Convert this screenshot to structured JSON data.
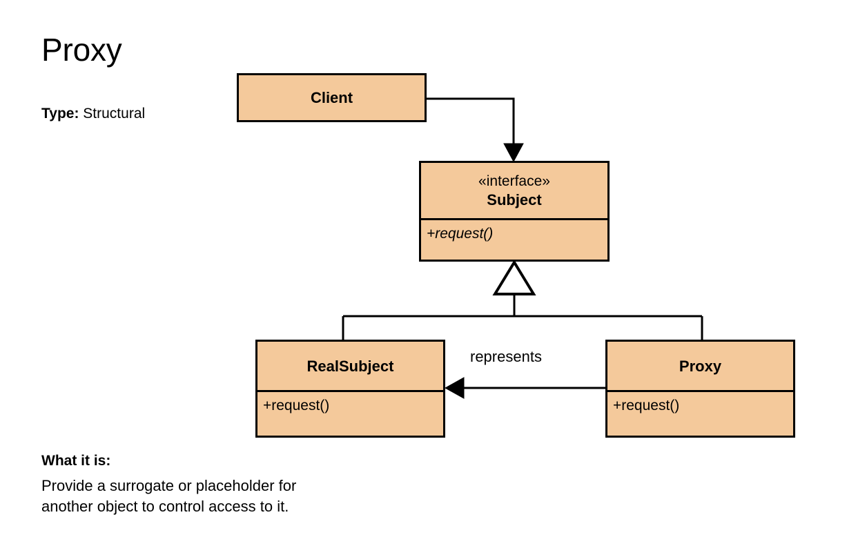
{
  "header": {
    "title": "Proxy",
    "type_label": "Type:",
    "type_value": "Structural"
  },
  "description": {
    "heading": "What it is:",
    "line1": "Provide a surrogate or placeholder for",
    "line2": "another object to control access to it."
  },
  "diagram": {
    "kind": "uml-class-diagram",
    "fill_color": "#F4C99B",
    "stroke_color": "#000000",
    "background": "#FFFFFF",
    "classes": [
      {
        "id": "client",
        "name": "Client",
        "stereotype": "",
        "operations": []
      },
      {
        "id": "subject",
        "name": "Subject",
        "stereotype": "«interface»",
        "operations": [
          "+request()"
        ]
      },
      {
        "id": "realsubject",
        "name": "RealSubject",
        "stereotype": "",
        "operations": [
          "+request()"
        ]
      },
      {
        "id": "proxy",
        "name": "Proxy",
        "stereotype": "",
        "operations": [
          "+request()"
        ]
      }
    ],
    "relationships": [
      {
        "from": "client",
        "to": "subject",
        "type": "association",
        "arrow": "filled-arrow",
        "label": ""
      },
      {
        "from": "realsubject",
        "to": "subject",
        "type": "generalization",
        "arrow": "hollow-triangle",
        "label": ""
      },
      {
        "from": "proxy",
        "to": "subject",
        "type": "generalization",
        "arrow": "hollow-triangle",
        "label": ""
      },
      {
        "from": "proxy",
        "to": "realsubject",
        "type": "association",
        "arrow": "filled-arrow",
        "label": "represents"
      }
    ]
  }
}
